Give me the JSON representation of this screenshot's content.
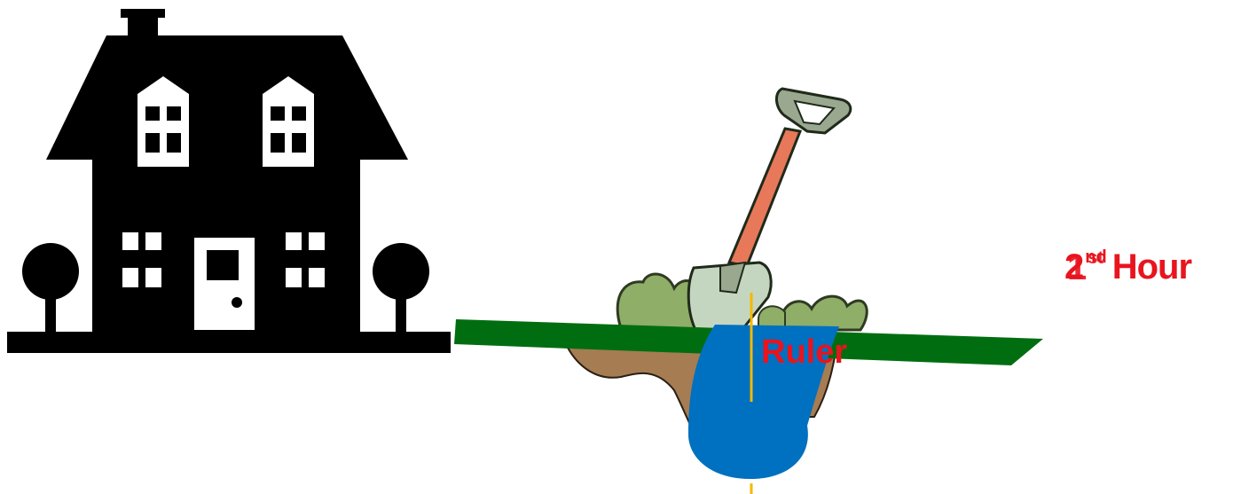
{
  "labels": {
    "ruler": "Ruler",
    "hour_number": "2",
    "hour_superscript": "nd",
    "hour_word": "Hour",
    "hour_ghost_number": "1",
    "hour_ghost_superscript": "st"
  },
  "colors": {
    "house": "#000000",
    "grass": "#006e10",
    "water": "#0070c0",
    "soil": "#a67c52",
    "ruler_line": "#f5b800",
    "label_red": "#e8141e",
    "shrub": "#8fae68",
    "shovel_blade": "#c5d6c0",
    "shovel_handle": "#e8785a"
  },
  "icons": {
    "house": "house-silhouette-icon",
    "shovel": "shovel-icon",
    "tree_left": "tree-icon",
    "tree_right": "tree-icon"
  }
}
